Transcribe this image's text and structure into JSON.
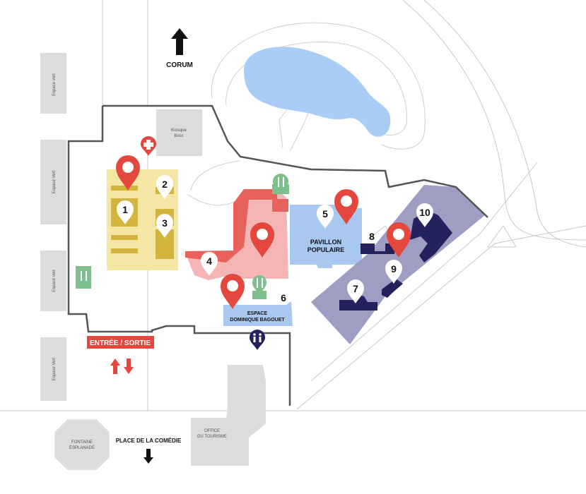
{
  "labels": {
    "corum": "CORUM",
    "kiosque": [
      "Kiosque",
      "Bosc"
    ],
    "espace_vert": "Espace vert",
    "espace_vert_alt": "Espace Vert",
    "pavillon": [
      "PAVILLON",
      "POPULAIRE"
    ],
    "dominique": [
      "ESPACE",
      "DOMINIQUE BAGOUET"
    ],
    "entree": "ENTRÉE / SORTIE",
    "place": "PLACE DE LA COMÉDIE",
    "fontaine": [
      "FONTAINE",
      "ESPLANADE"
    ],
    "office": [
      "OFFICE",
      "DU TOURISME"
    ]
  },
  "zones": {
    "n1": "1",
    "n2": "2",
    "n3": "3",
    "n4": "4",
    "n5": "5",
    "n6": "6",
    "n7": "7",
    "n8": "8",
    "n9": "9",
    "n10": "10"
  },
  "icons": {
    "first_aid": "first-aid-cross-icon",
    "restaurant": "fork-knife-icon",
    "toilets": "toilets-icon",
    "map_pin": "map-pin-icon",
    "arrow_up": "arrow-up-icon",
    "arrow_down": "arrow-down-icon"
  },
  "colors": {
    "zone_yellow": "#f5e6a6",
    "zone_gold": "#d3b43c",
    "zone_pink": "#f5b5b5",
    "zone_red": "#e8625c",
    "zone_blue": "#a9c8ef",
    "zone_purple": "#9e9dc2",
    "zone_navy": "#23215e",
    "water": "#a9cdf6",
    "green": "#7fbf8e",
    "pin_red": "#e4473d",
    "grey": "#dcdcdc",
    "boundary": "#555555"
  }
}
